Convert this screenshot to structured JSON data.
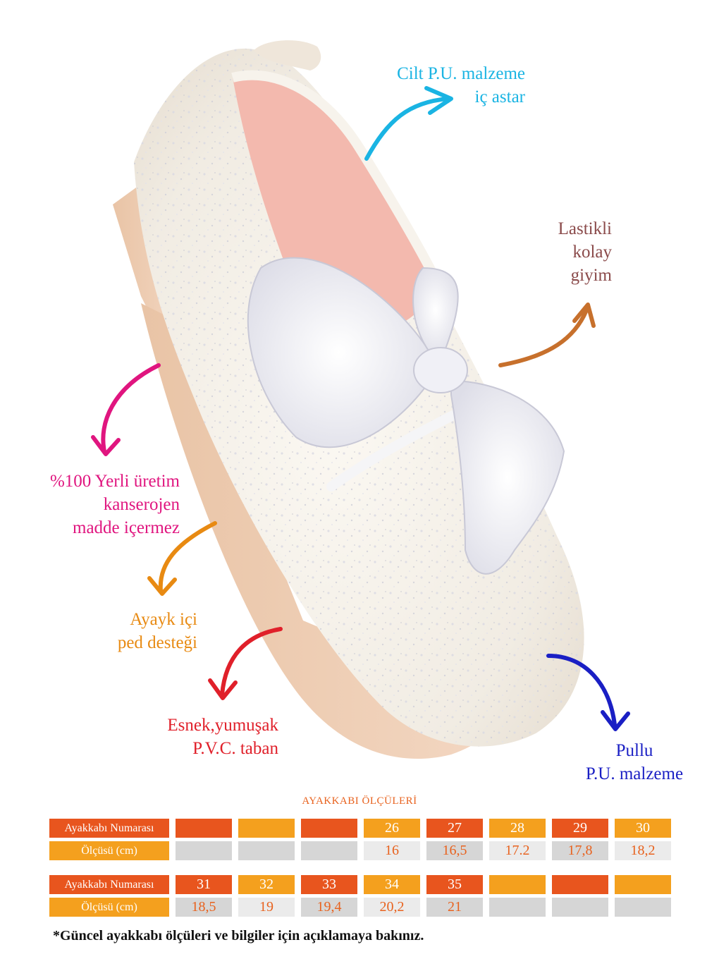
{
  "callouts": {
    "lining": [
      "Cilt P.U. malzeme",
      "iç astar"
    ],
    "elastic": [
      "Lastikli",
      "kolay",
      "giyim"
    ],
    "local": [
      "%100 Yerli üretim",
      "kanserojen",
      "madde içermez"
    ],
    "insole": [
      "Ayayk içi",
      "ped desteği"
    ],
    "sole": [
      "Esnek,yumuşak",
      "P.V.C. taban"
    ],
    "sequin": [
      "Pullu",
      "P.U. malzeme"
    ]
  },
  "colors": {
    "lining": "#1ab4e3",
    "elastic": "#8a4a4a",
    "elastic_arrow": "#c7702c",
    "local": "#e0157f",
    "insole": "#e88a12",
    "sole": "#e0202a",
    "sequin": "#1a1fc4",
    "orange_dark": "#e8551e",
    "orange_light": "#f4a01e",
    "gray_cell": "#d6d6d6"
  },
  "size_table": {
    "title": "AYAKKABI ÖLÇÜLERİ",
    "size_label": "Ayakkabı Numarası",
    "measure_label": "Ölçüsü (cm)",
    "block1": {
      "sizes": [
        "",
        "",
        "",
        "26",
        "27",
        "28",
        "29",
        "30"
      ],
      "measures": [
        "",
        "",
        "",
        "16",
        "16,5",
        "17.2",
        "17,8",
        "18,2"
      ]
    },
    "block2": {
      "sizes": [
        "31",
        "32",
        "33",
        "34",
        "35",
        "",
        "",
        ""
      ],
      "measures": [
        "18,5",
        "19",
        "19,4",
        "20,2",
        "21",
        "",
        "",
        ""
      ]
    }
  },
  "footnote": "*Güncel ayakkabı ölçüleri ve bilgiler için açıklamaya bakınız."
}
